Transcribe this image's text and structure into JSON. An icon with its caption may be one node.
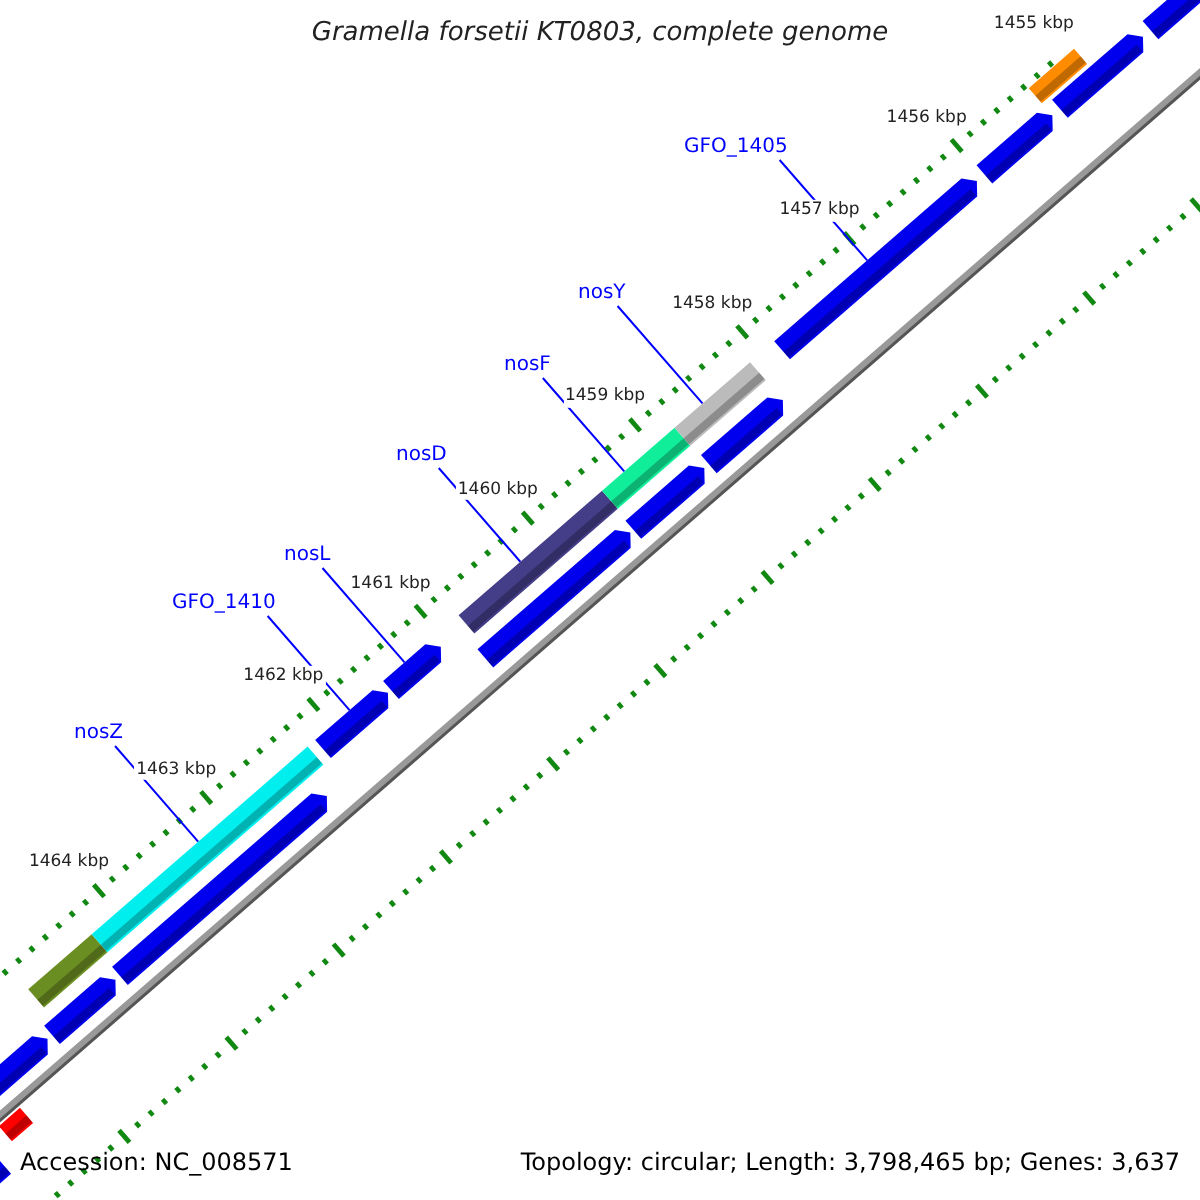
{
  "diagram": {
    "title": "Gramella forsetii KT0803, complete genome",
    "nodes": [
      {
        "text": [
          "GFO_1405"
        ]
      },
      {
        "text": [
          "nosY"
        ]
      },
      {
        "text": [
          "nosF"
        ]
      },
      {
        "text": [
          "nosD"
        ]
      },
      {
        "text": [
          "nosL"
        ]
      },
      {
        "text": [
          "GFO_1410"
        ]
      },
      {
        "text": [
          "nosZ"
        ]
      },
      {
        "text": [],
        "shape": "bar"
      },
      {
        "text": [],
        "shape": "bar"
      },
      {
        "text": [],
        "shape": "bar"
      },
      {
        "text": [],
        "shape": "bar"
      },
      {
        "text": [],
        "shape": "bar"
      },
      {
        "text": [],
        "shape": "bar"
      },
      {
        "text": [],
        "shape": "bar"
      },
      {
        "text": [],
        "shape": "bar"
      },
      {
        "text": [],
        "shape": "bar"
      },
      {
        "text": [],
        "shape": "bar"
      },
      {
        "text": [],
        "shape": "bar"
      },
      {
        "text": [],
        "shape": "bar"
      },
      {
        "text": [],
        "shape": "bar"
      },
      {
        "text": [],
        "shape": "bar"
      },
      {
        "text": [],
        "shape": "bar"
      },
      {
        "text": [],
        "shape": "bar"
      },
      {
        "text": [],
        "shape": "bar"
      },
      {
        "text": [],
        "shape": "bar"
      },
      {
        "text": [],
        "shape": "bar"
      },
      {
        "text": [],
        "shape": "bar"
      }
    ],
    "edges": [
      {
        "from": 0,
        "to": 22,
        "arrow": "none"
      },
      {
        "from": 1,
        "to": 20,
        "arrow": "none"
      },
      {
        "from": 2,
        "to": 18,
        "arrow": "none"
      },
      {
        "from": 3,
        "to": 16,
        "arrow": "none"
      },
      {
        "from": 4,
        "to": 15,
        "arrow": "none"
      },
      {
        "from": 5,
        "to": 14,
        "arrow": "none"
      },
      {
        "from": 6,
        "to": 12,
        "arrow": "none"
      }
    ],
    "labels": [
      "1455 kbp",
      "1456 kbp",
      "1457 kbp",
      "1458 kbp",
      "1459 kbp",
      "1460 kbp",
      "1461 kbp",
      "1462 kbp",
      "1463 kbp",
      "1464 kbp",
      "Accession: NC_008571",
      "Topology: circular; Length: 3,798,465 bp; Genes: 3,637"
    ]
  }
}
